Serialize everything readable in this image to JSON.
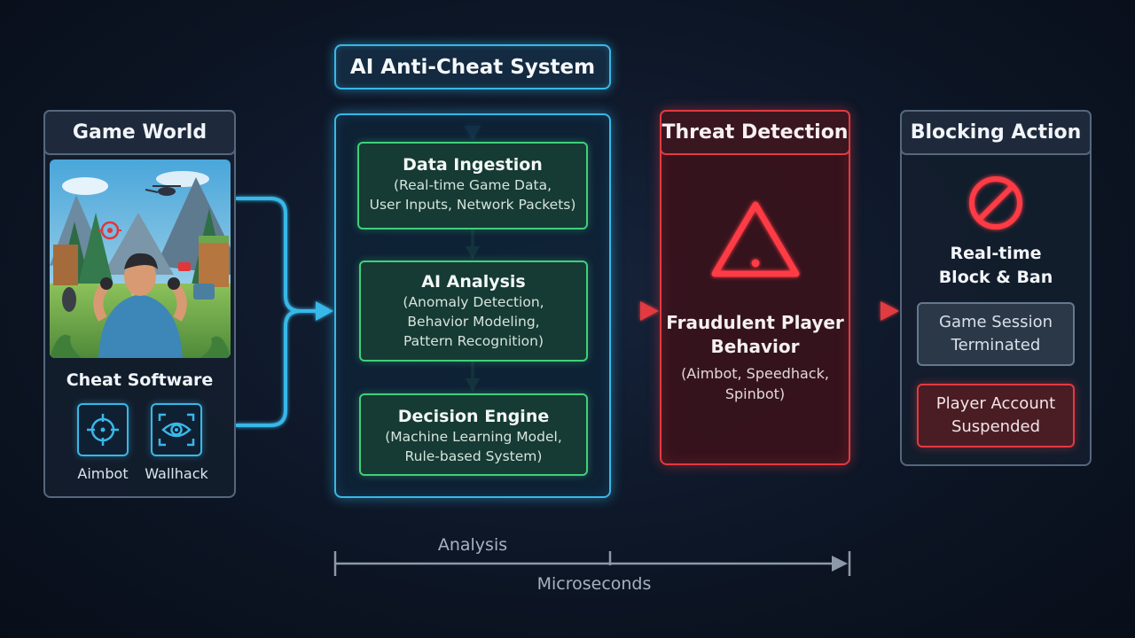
{
  "title": "AI Anti-Cheat System",
  "game_world": {
    "header": "Game World",
    "cheat_title": "Cheat Software",
    "cheats": [
      {
        "label": "Aimbot",
        "icon": "crosshair-icon"
      },
      {
        "label": "Wallhack",
        "icon": "eye-scan-icon"
      }
    ]
  },
  "pipeline": {
    "stages": [
      {
        "title": "Data Ingestion",
        "detail": "(Real-time Game Data,\nUser Inputs, Network Packets)"
      },
      {
        "title": "AI Analysis",
        "detail": "(Anomaly Detection,\nBehavior Modeling,\nPattern Recognition)"
      },
      {
        "title": "Decision Engine",
        "detail": "(Machine Learning Model,\nRule-based System)"
      }
    ]
  },
  "threat": {
    "header": "Threat Detection",
    "icon": "warning-icon",
    "title": "Fraudulent Player\nBehavior",
    "detail": "(Aimbot, Speedhack,\nSpinbot)"
  },
  "blocking": {
    "header": "Blocking Action",
    "icon": "ban-icon",
    "title": "Real-time\nBlock & Ban",
    "session": "Game Session\nTerminated",
    "account": "Player Account\nSuspended"
  },
  "timeline": {
    "analysis_label": "Analysis",
    "scale_label": "Microseconds"
  },
  "colors": {
    "cyan": "#38b8e8",
    "green": "#3fd07a",
    "red": "#e23a40",
    "panel_border": "#55677d",
    "background": "#0d1626"
  }
}
